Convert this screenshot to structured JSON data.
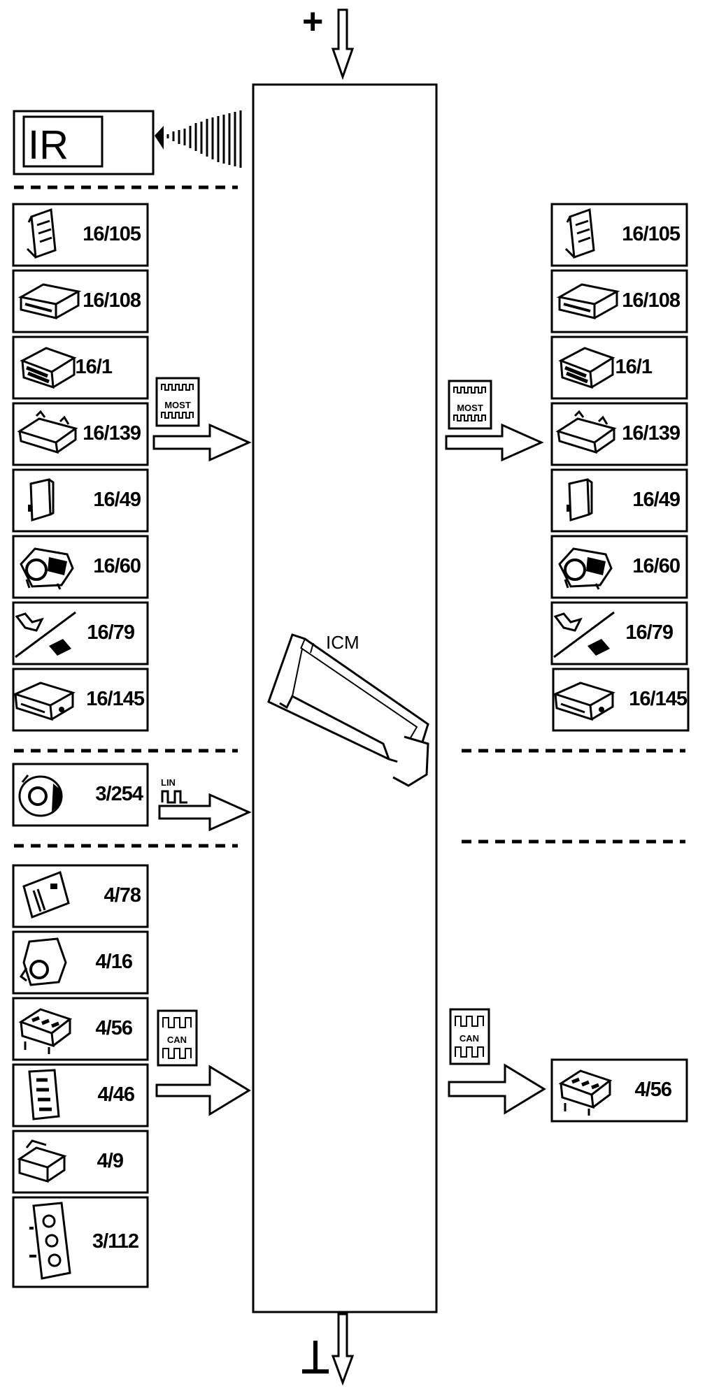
{
  "center_unit": {
    "label": "ICM"
  },
  "power": {
    "plus_symbol": "+",
    "ground_symbol": "⊥"
  },
  "ir": {
    "label": "IR"
  },
  "buses": {
    "most": "MOST",
    "lin": "LIN",
    "can": "CAN"
  },
  "left_most_modules": [
    "16/105",
    "16/108",
    "16/1",
    "16/139",
    "16/49",
    "16/60",
    "16/79",
    "16/145"
  ],
  "right_most_modules": [
    "16/105",
    "16/108",
    "16/1",
    "16/139",
    "16/49",
    "16/60",
    "16/79",
    "16/145"
  ],
  "left_lin_modules": [
    "3/254"
  ],
  "left_can_modules": [
    "4/78",
    "4/16",
    "4/56",
    "4/46",
    "4/9",
    "3/112"
  ],
  "right_can_modules": [
    "4/56"
  ]
}
